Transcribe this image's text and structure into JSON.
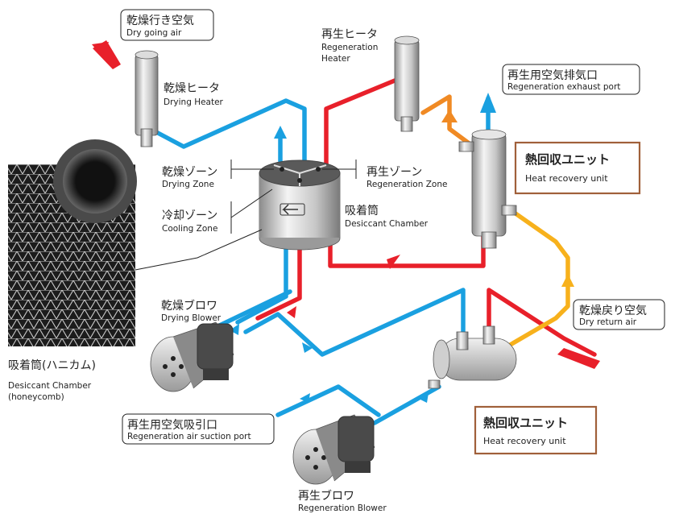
{
  "colors": {
    "blue": "#1aa0e0",
    "red": "#e8202a",
    "orange": "#f08a24",
    "yellow": "#f7b11c",
    "box_border": "#a0603a"
  },
  "labels": {
    "dry_going_air": {
      "jp": "乾燥行き空気",
      "en": "Dry going air"
    },
    "regen_heater": {
      "jp": "再生ヒータ",
      "en1": "Regeneration",
      "en2": "Heater"
    },
    "regen_exhaust": {
      "jp": "再生用空気排気口",
      "en": "Regeneration exhaust port"
    },
    "drying_heater": {
      "jp": "乾燥ヒータ",
      "en": "Drying Heater"
    },
    "drying_zone": {
      "jp": "乾燥ゾーン",
      "en": "Drying Zone"
    },
    "regen_zone": {
      "jp": "再生ゾーン",
      "en": "Regeneration Zone"
    },
    "cooling_zone": {
      "jp": "冷却ゾーン",
      "en": "Cooling Zone"
    },
    "desiccant_chamber": {
      "jp": "吸着筒",
      "en": "Desiccant Chamber"
    },
    "heat_recovery_top": {
      "jp": "熱回収ユニット",
      "en": "Heat recovery unit"
    },
    "heat_recovery_bottom": {
      "jp": "熱回収ユニット",
      "en": "Heat recovery unit"
    },
    "drying_blower": {
      "jp": "乾燥ブロワ",
      "en": "Drying Blower"
    },
    "dry_return_air": {
      "jp": "乾燥戻り空気",
      "en": "Dry return air"
    },
    "honeycomb": {
      "jp": "吸着筒(ハニカム)",
      "en1": "Desiccant Chamber",
      "en2": "(honeycomb)"
    },
    "regen_suction": {
      "jp": "再生用空気吸引口",
      "en": "Regeneration air suction port"
    },
    "regen_blower": {
      "jp": "再生ブロワ",
      "en": "Regeneration Blower"
    }
  }
}
